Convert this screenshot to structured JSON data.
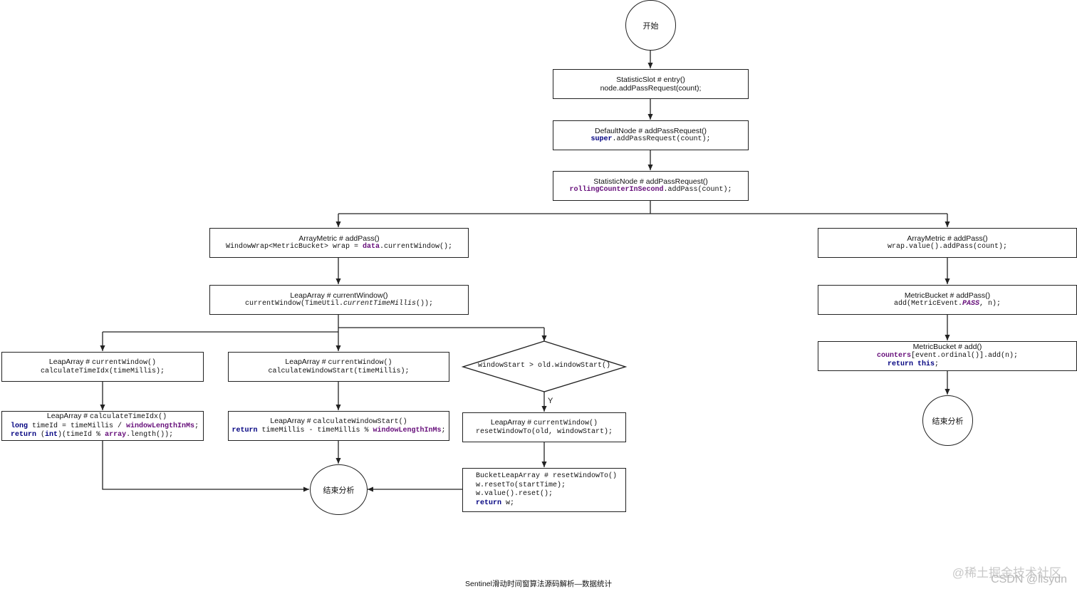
{
  "diagram": {
    "start": "开始",
    "n1_title": "StatisticSlot # entry()",
    "n1_code": "node.addPassRequest(count);",
    "n2_title": "DefaultNode # addPassRequest()",
    "n2_code_kw": "super",
    "n2_code_rest": ".addPassRequest(count);",
    "n3_title": "StatisticNode # addPassRequest()",
    "n3_code_field": "rollingCounterInSecond",
    "n3_code_rest": ".addPass(count);",
    "a1_title": "ArrayMetric # addPass()",
    "a1_code_pre": "WindowWrap<MetricBucket> wrap = ",
    "a1_code_field": "data",
    "a1_code_post": ".currentWindow();",
    "a2_title": "LeapArray # currentWindow()",
    "a2_code_pre": "currentWindow(TimeUtil.",
    "a2_code_it": "currentTimeMillis",
    "a2_code_post": "());",
    "b1_title_a": "LeapArray # ",
    "b1_title_b": "currentWindow()",
    "b1_code": "calculateTimeIdx(timeMillis);",
    "b2_title_a": "LeapArray # ",
    "b2_title_b": "calculateTimeIdx()",
    "b2_l1_kw": "long",
    "b2_l1_mid": " timeId = timeMillis / ",
    "b2_l1_field": "windowLengthInMs",
    "b2_l1_end": ";",
    "b2_l2_kw": "return",
    "b2_l2_a": " (",
    "b2_l2_kw2": "int",
    "b2_l2_b": ")(timeId % ",
    "b2_l2_field": "array",
    "b2_l2_c": ".length());",
    "c1_title_a": "LeapArray # ",
    "c1_title_b": "currentWindow()",
    "c1_code": "calculateWindowStart(timeMillis);",
    "c2_title_a": "LeapArray # ",
    "c2_title_b": "calculateWindowStart()",
    "c2_kw": "return",
    "c2_mid": " timeMillis - timeMillis % ",
    "c2_field": "windowLengthInMs",
    "c2_end": ";",
    "diamond": "windowStart > old.windowStart()",
    "yes": "Y",
    "d1_title_a": "LeapArray # ",
    "d1_title_b": "currentWindow()",
    "d1_code": "resetWindowTo(old, windowStart);",
    "d2_l1": "BucketLeapArray # resetWindowTo()",
    "d2_l2": "w.resetTo(startTime);",
    "d2_l3": "w.value().reset();",
    "d2_l4_kw": "return",
    "d2_l4_rest": " w;",
    "end_mid": "结束分析",
    "r1_title": "ArrayMetric # addPass()",
    "r1_code": "wrap.value().addPass(count);",
    "r2_title": "MetricBucket # addPass()",
    "r2_code_a": "add(MetricEvent.",
    "r2_code_field": "PASS",
    "r2_code_b": ", n);",
    "r3_title": "MetricBucket # add()",
    "r3_l1_field": "counters",
    "r3_l1_rest": "[event.ordinal()].add(n);",
    "r3_l2_kw": "return this",
    "r3_l2_end": ";",
    "end_right": "结束分析",
    "caption": "Sentinel滑动时间窗算法源码解析—数据统计"
  },
  "watermark": {
    "line1": "@稀土掘金技术社区",
    "line2": "CSDN @llsydn"
  },
  "colors": {
    "keyword": "#000080",
    "field": "#660e7a",
    "line": "#222222"
  }
}
